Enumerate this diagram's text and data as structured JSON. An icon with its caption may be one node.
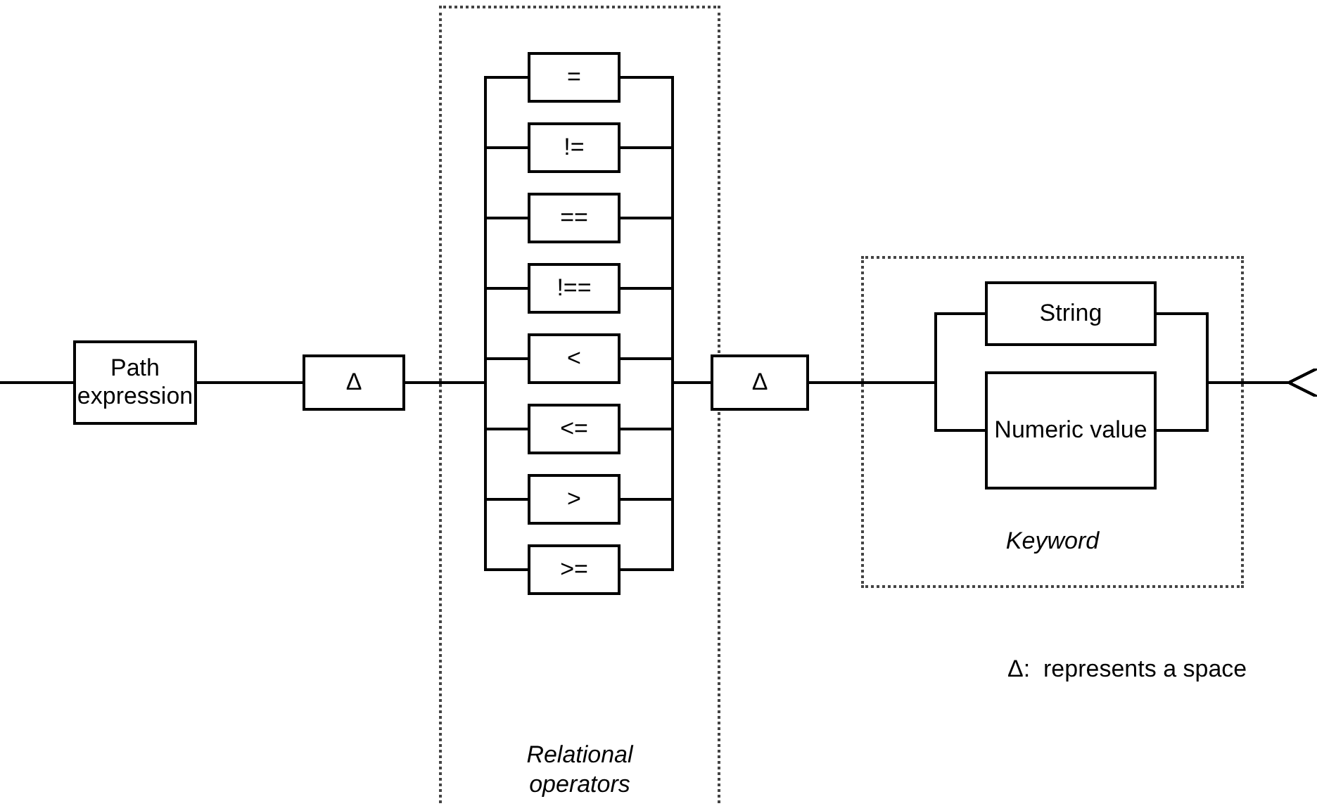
{
  "diagram": {
    "nodes": [
      {
        "text": [
          "Path expression"
        ]
      },
      {
        "text": [
          "Δ"
        ]
      },
      {
        "text": [
          "Relational operators"
        ]
      },
      {
        "text": [
          "="
        ],
        "in": 2
      },
      {
        "text": [
          "!="
        ],
        "in": 2
      },
      {
        "text": [
          "=="
        ],
        "in": 2
      },
      {
        "text": [
          "!=="
        ],
        "in": 2
      },
      {
        "text": [
          "<"
        ],
        "in": 2
      },
      {
        "text": [
          "<="
        ],
        "in": 2
      },
      {
        "text": [
          ">"
        ],
        "in": 2
      },
      {
        "text": [
          ">="
        ],
        "in": 2
      },
      {
        "text": [
          "Δ"
        ]
      },
      {
        "text": [
          "Keyword"
        ]
      },
      {
        "text": [
          "String"
        ],
        "in": 12
      },
      {
        "text": [
          "Numeric value"
        ],
        "in": 12
      }
    ],
    "edges": [
      {
        "from": null,
        "to": 0,
        "arrow": "none"
      },
      {
        "from": 0,
        "to": 1,
        "arrow": "none"
      },
      {
        "from": 1,
        "to": 3,
        "arrow": "none"
      },
      {
        "from": 1,
        "to": 4,
        "arrow": "none"
      },
      {
        "from": 1,
        "to": 5,
        "arrow": "none"
      },
      {
        "from": 1,
        "to": 6,
        "arrow": "none"
      },
      {
        "from": 1,
        "to": 7,
        "arrow": "none"
      },
      {
        "from": 1,
        "to": 8,
        "arrow": "none"
      },
      {
        "from": 1,
        "to": 9,
        "arrow": "none"
      },
      {
        "from": 1,
        "to": 10,
        "arrow": "none"
      },
      {
        "from": 3,
        "to": 11,
        "arrow": "none"
      },
      {
        "from": 4,
        "to": 11,
        "arrow": "none"
      },
      {
        "from": 5,
        "to": 11,
        "arrow": "none"
      },
      {
        "from": 6,
        "to": 11,
        "arrow": "none"
      },
      {
        "from": 7,
        "to": 11,
        "arrow": "none"
      },
      {
        "from": 8,
        "to": 11,
        "arrow": "none"
      },
      {
        "from": 9,
        "to": 11,
        "arrow": "none"
      },
      {
        "from": 10,
        "to": 11,
        "arrow": "none"
      },
      {
        "from": 11,
        "to": 13,
        "arrow": "none"
      },
      {
        "from": 11,
        "to": 14,
        "arrow": "none"
      },
      {
        "from": 13,
        "to": null,
        "arrow": "other"
      },
      {
        "from": 14,
        "to": null,
        "arrow": "other"
      }
    ],
    "labels": [
      "Δ:  represents a space"
    ]
  }
}
